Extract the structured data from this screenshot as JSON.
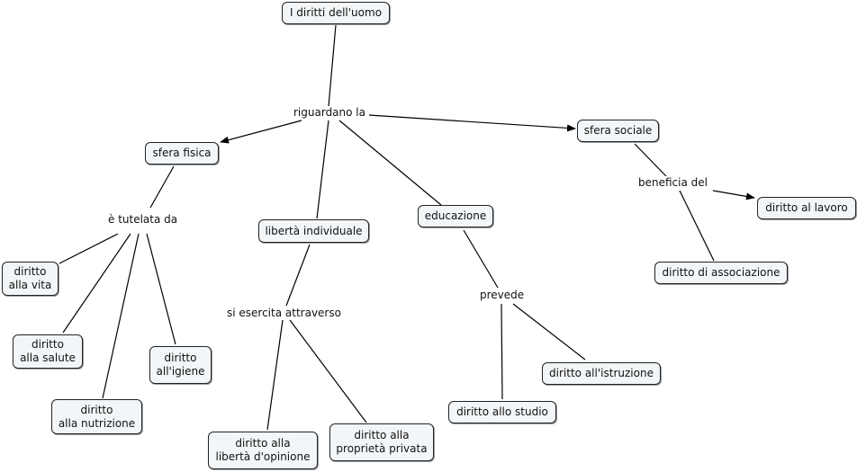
{
  "concept_map": {
    "nodes": {
      "root": "I diritti dell'uomo",
      "sfera_fisica": "sfera fisica",
      "sfera_sociale": "sfera sociale",
      "liberta_individuale": "libertà individuale",
      "educazione": "educazione",
      "diritto_vita": "diritto\nalla vita",
      "diritto_salute": "diritto\nalla salute",
      "diritto_nutrizione": "diritto\nalla nutrizione",
      "diritto_igiene": "diritto\nall'igiene",
      "diritto_opinione": "diritto alla\nlibertà d'opinione",
      "diritto_proprieta": "diritto alla\nproprietà privata",
      "diritto_studio": "diritto allo studio",
      "diritto_istruzione": "diritto all'istruzione",
      "diritto_lavoro": "diritto al lavoro",
      "diritto_associazione": "diritto di associazione"
    },
    "links": {
      "riguardano": "riguardano la",
      "tutelata": "è tutelata da",
      "esercita": "si esercita attraverso",
      "prevede": "prevede",
      "beneficia": "beneficia del"
    }
  }
}
